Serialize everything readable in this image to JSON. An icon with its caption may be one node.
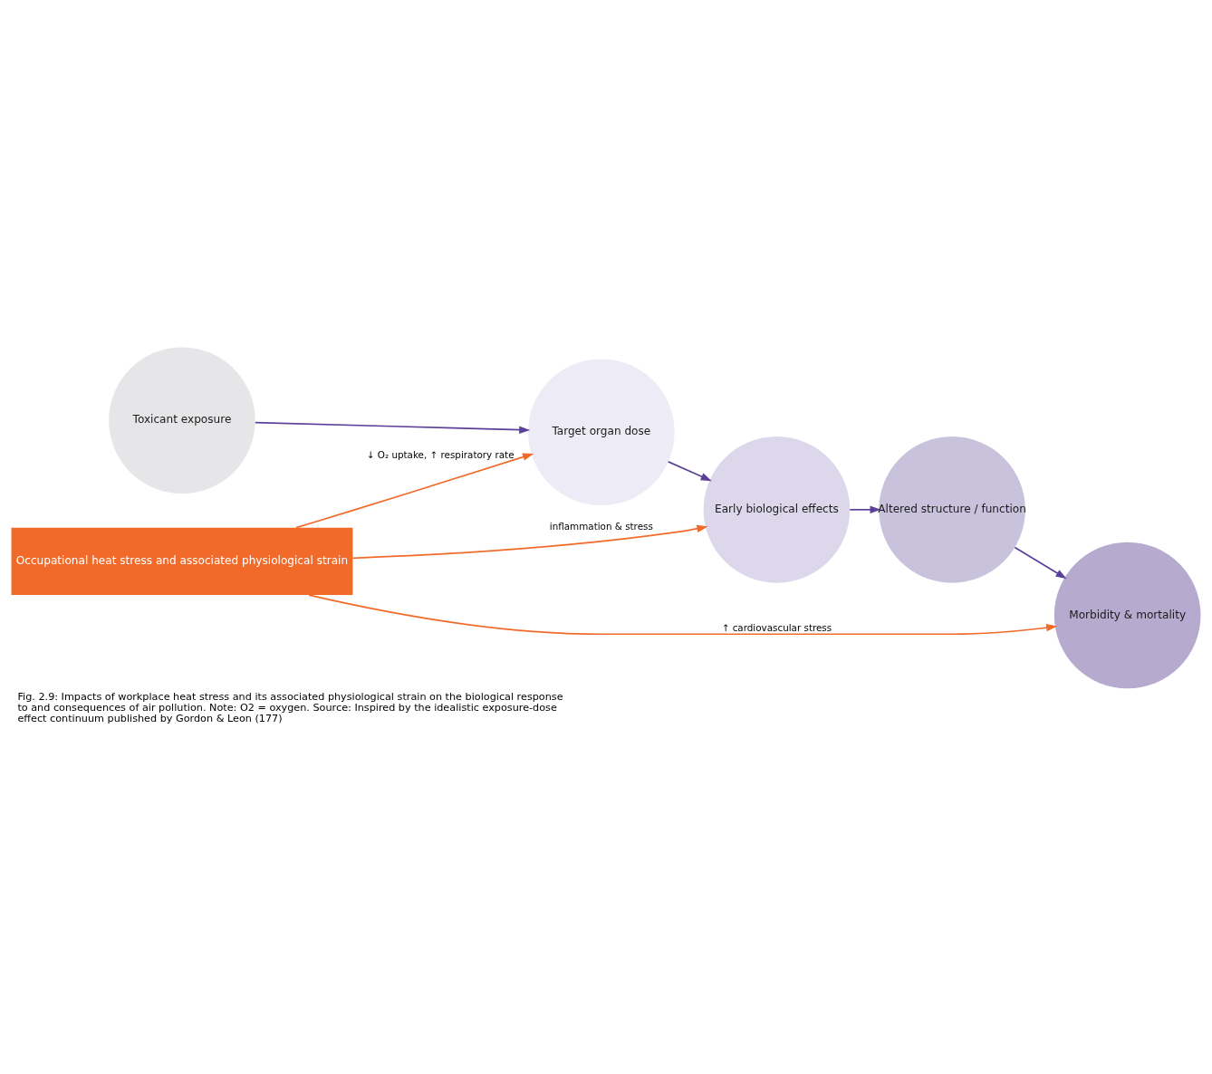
{
  "diagram": {
    "caption": "Fig. 2.9: Impacts of workplace heat stress and its associated physiological strain on the biological response to and consequences of air pollution. Note: O2 = oxygen. Source: Inspired by the idealistic exposure-dose effect continuum published by Gordon & Leon (177)",
    "nodes": [
      {
        "text": [
          "Toxicant exposure"
        ]
      },
      {
        "text": [
          "Target organ dose"
        ]
      },
      {
        "text": [
          "Early biological effects"
        ]
      },
      {
        "text": [
          "Altered structure / function"
        ]
      },
      {
        "text": [
          "Morbidity & mortality"
        ]
      },
      {
        "text": [
          "Occupational heat stress and associated physiological strain"
        ]
      }
    ],
    "edges": [
      {
        "from": 0,
        "to": 1,
        "arrow": "to"
      },
      {
        "from": 1,
        "to": 2,
        "arrow": "to"
      },
      {
        "from": 2,
        "to": 3,
        "arrow": "to"
      },
      {
        "from": 3,
        "to": 4,
        "arrow": "to"
      },
      {
        "from": 5,
        "to": 1,
        "arrow": "to",
        "label": "↓ O₂ uptake, ↑ respiratory rate",
        "color": "#f26a2a"
      },
      {
        "from": 5,
        "to": 2,
        "arrow": "to",
        "label": "inflammation & stress",
        "color": "#f26a2a"
      },
      {
        "from": 5,
        "to": 4,
        "arrow": "to",
        "label": "↑ cardiovascular stress",
        "color": "#f26a2a"
      }
    ]
  }
}
